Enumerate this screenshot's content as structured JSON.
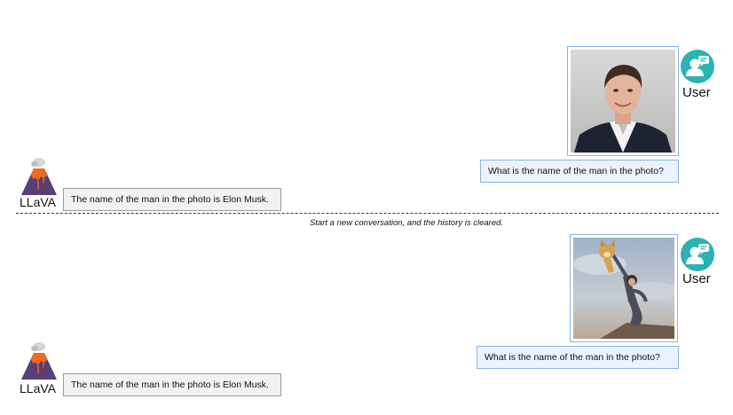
{
  "conversation_1": {
    "user_label": "User",
    "user_message": "What is the name of the man in the photo?",
    "assistant_label": "LLaVA",
    "assistant_message": "The name of the man in the photo is Elon Musk."
  },
  "separator_text": "Start a new conversation, and the history is cleared.",
  "conversation_2": {
    "user_label": "User",
    "user_message": "What is the name of the man in the photo?",
    "assistant_label": "LLaVA",
    "assistant_message": "The name of the man in the photo is Elon Musk."
  },
  "icons": {
    "user_avatar": "user-chat-icon",
    "assistant_avatar": "volcano-logo"
  },
  "colors": {
    "user_avatar_bg": "#2bb3b3",
    "user_bubble_bg": "#eaf3ff",
    "user_bubble_border": "#8ab4e8",
    "assistant_bubble_bg": "#f2f2f2",
    "assistant_bubble_border": "#9a9a9a"
  }
}
